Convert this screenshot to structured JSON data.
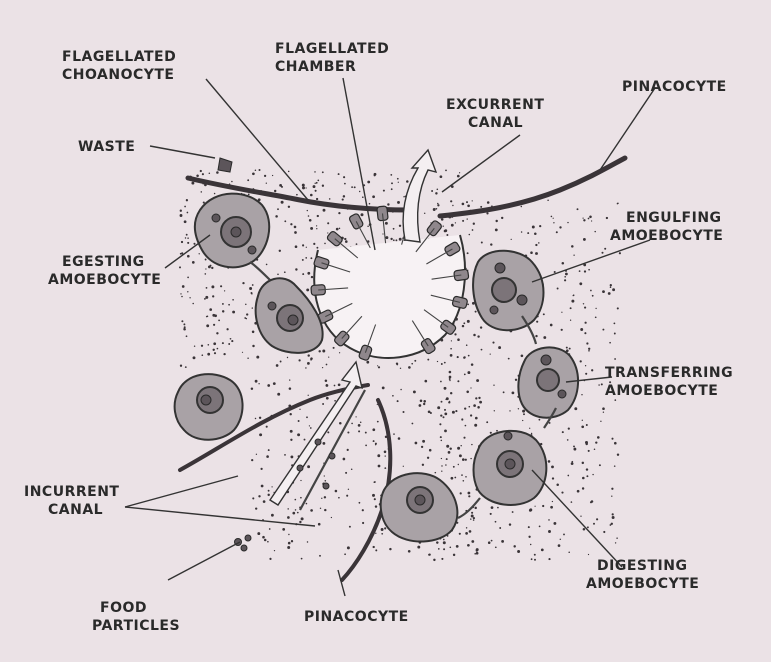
{
  "labels": {
    "flagellated_choanocyte": [
      "FLAGELLATED",
      "CHOANOCYTE"
    ],
    "flagellated_chamber": [
      "FLAGELLATED",
      "CHAMBER"
    ],
    "excurrent_canal": [
      "EXCURRENT",
      "CANAL"
    ],
    "pinacocyte_top": [
      "PINACOCYTE"
    ],
    "waste": [
      "WASTE"
    ],
    "engulfing_amoebocyte": [
      "ENGULFING",
      "AMOEBOCYTE"
    ],
    "egesting_amoebocyte": [
      "EGESTING",
      "AMOEBOCYTE"
    ],
    "transferring_amoebocyte": [
      "TRANSFERRING",
      "AMOEBOCYTE"
    ],
    "incurrent_canal": [
      "INCURRENT",
      "CANAL"
    ],
    "digesting_amoebocyte": [
      "DIGESTING",
      "AMOEBOCYTE"
    ],
    "food_particles": [
      "FOOD",
      "PARTICLES"
    ],
    "pinacocyte_bottom": [
      "PINACOCYTE"
    ]
  },
  "colors": {
    "background": "#ebe2e6",
    "cell_fill": "#a9a2a6",
    "ink": "#2a2a2a"
  }
}
